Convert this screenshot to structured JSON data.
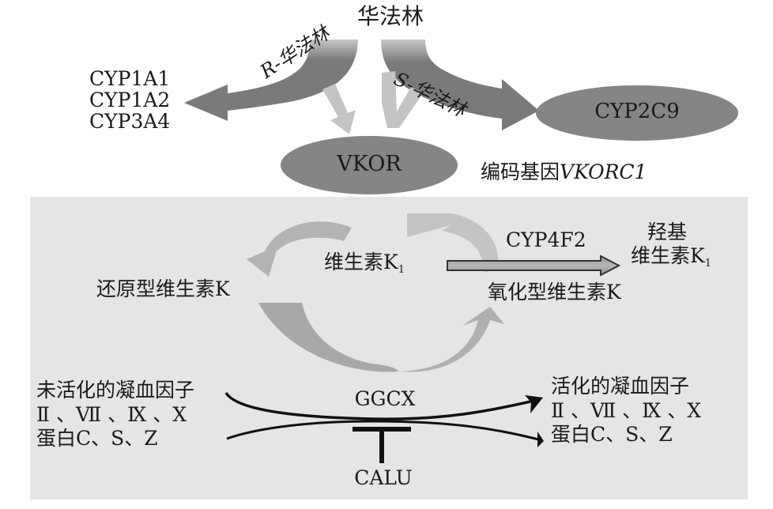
{
  "title": "华法林",
  "branches": {
    "r_warfarin": "R-华法林",
    "s_warfarin": "S-华法林"
  },
  "r_enzymes": [
    "CYP1A1",
    "CYP1A2",
    "CYP3A4"
  ],
  "s_enzyme": "CYP2C9",
  "vkor": {
    "label": "VKOR",
    "gene_prefix": "编码基因",
    "gene_name": "VKORC1"
  },
  "cycle": {
    "vitamin_k1_label": "维生素K",
    "vitamin_k1_sub": "1",
    "reduced_vitamin_k": "还原型维生素K",
    "oxidized_vitamin_k": "氧化型维生素K",
    "cyp4f2": "CYP4F2",
    "hydroxy_line1": "羟基",
    "hydroxy_line2": "维生素K",
    "hydroxy_sub": "1"
  },
  "coagulation": {
    "inactive_title": "未活化的凝血因子",
    "active_title": "活化的凝血因子",
    "factors": "Ⅱ 、Ⅶ 、Ⅸ 、Ⅹ",
    "proteins": "蛋白C、S、Z",
    "ggcx": "GGCX",
    "calu": "CALU"
  },
  "colors": {
    "dark_gray": "#7a7a7a",
    "ellipse_gray": "#858585",
    "light_arrow": "#c4c4c4",
    "cycle_arrow": "#a8a8a8",
    "panel_bg": "#e4e5e6",
    "black": "#111111"
  }
}
